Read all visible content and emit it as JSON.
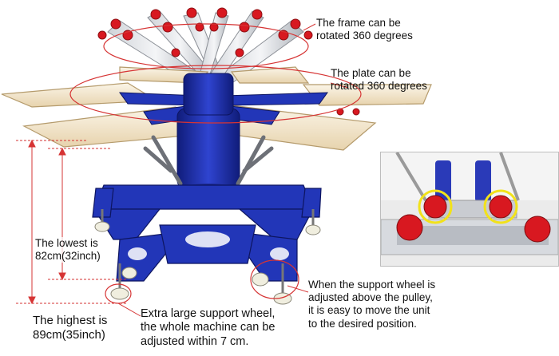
{
  "annotations": {
    "frame_rotate": [
      "The frame can be",
      "rotated 360 degrees"
    ],
    "plate_rotate": [
      "The plate can be",
      "rotated 360 degrees"
    ],
    "lowest": [
      "The lowest is",
      "82cm(32inch)"
    ],
    "highest": [
      "The highest is",
      "89cm(35inch)"
    ],
    "support_wheel": [
      "Extra large support wheel,",
      "the whole machine can be",
      "adjusted within 7 cm."
    ],
    "support_wheel_pulley": [
      "When the support wheel is",
      "adjusted above the pulley,",
      "it is easy to move the unit",
      "to the desired position."
    ]
  },
  "colors": {
    "machine_blue": "#1f2fa8",
    "plate_cream": "#f3e7cf",
    "knob_red": "#d81820",
    "highlight_yellow": "#f2e21a",
    "annotation_red": "#d63434"
  }
}
